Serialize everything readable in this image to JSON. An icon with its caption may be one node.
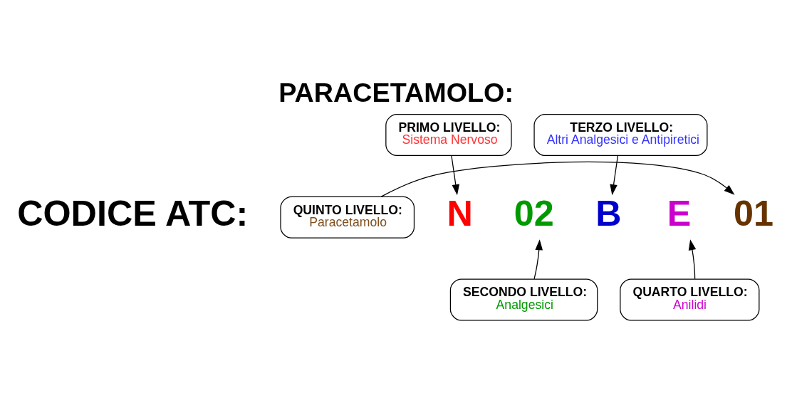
{
  "diagram": {
    "title": "PARACETAMOLO:",
    "nodes": [
      {
        "text": [
          "TERZO LIVELLO:",
          "Altri Analgesici e Antipiretici"
        ]
      },
      {
        "text": [
          "PRIMO LIVELLO:",
          "Sistema Nervoso"
        ]
      },
      {
        "text": [
          "QUINTO LIVELLO:",
          "Paracetamolo"
        ]
      },
      {
        "text": [
          "N"
        ]
      },
      {
        "text": [
          "02"
        ]
      },
      {
        "text": [
          "B"
        ]
      },
      {
        "text": [
          "E"
        ]
      },
      {
        "text": [
          "01"
        ]
      },
      {
        "text": [
          "SECONDO LIVELLO:",
          "Analgesici"
        ]
      },
      {
        "text": [
          "QUARTO LIVELLO:",
          "Anilidi"
        ]
      }
    ],
    "edges": [
      {
        "from": 1,
        "to": 3,
        "arrow": "to"
      },
      {
        "from": 0,
        "to": 5,
        "arrow": "to"
      },
      {
        "from": 2,
        "to": 7,
        "arrow": "to"
      },
      {
        "from": 8,
        "to": 4,
        "arrow": "to"
      },
      {
        "from": 9,
        "to": 6,
        "arrow": "to"
      }
    ],
    "labels": [
      "CODICE ATC:"
    ]
  }
}
